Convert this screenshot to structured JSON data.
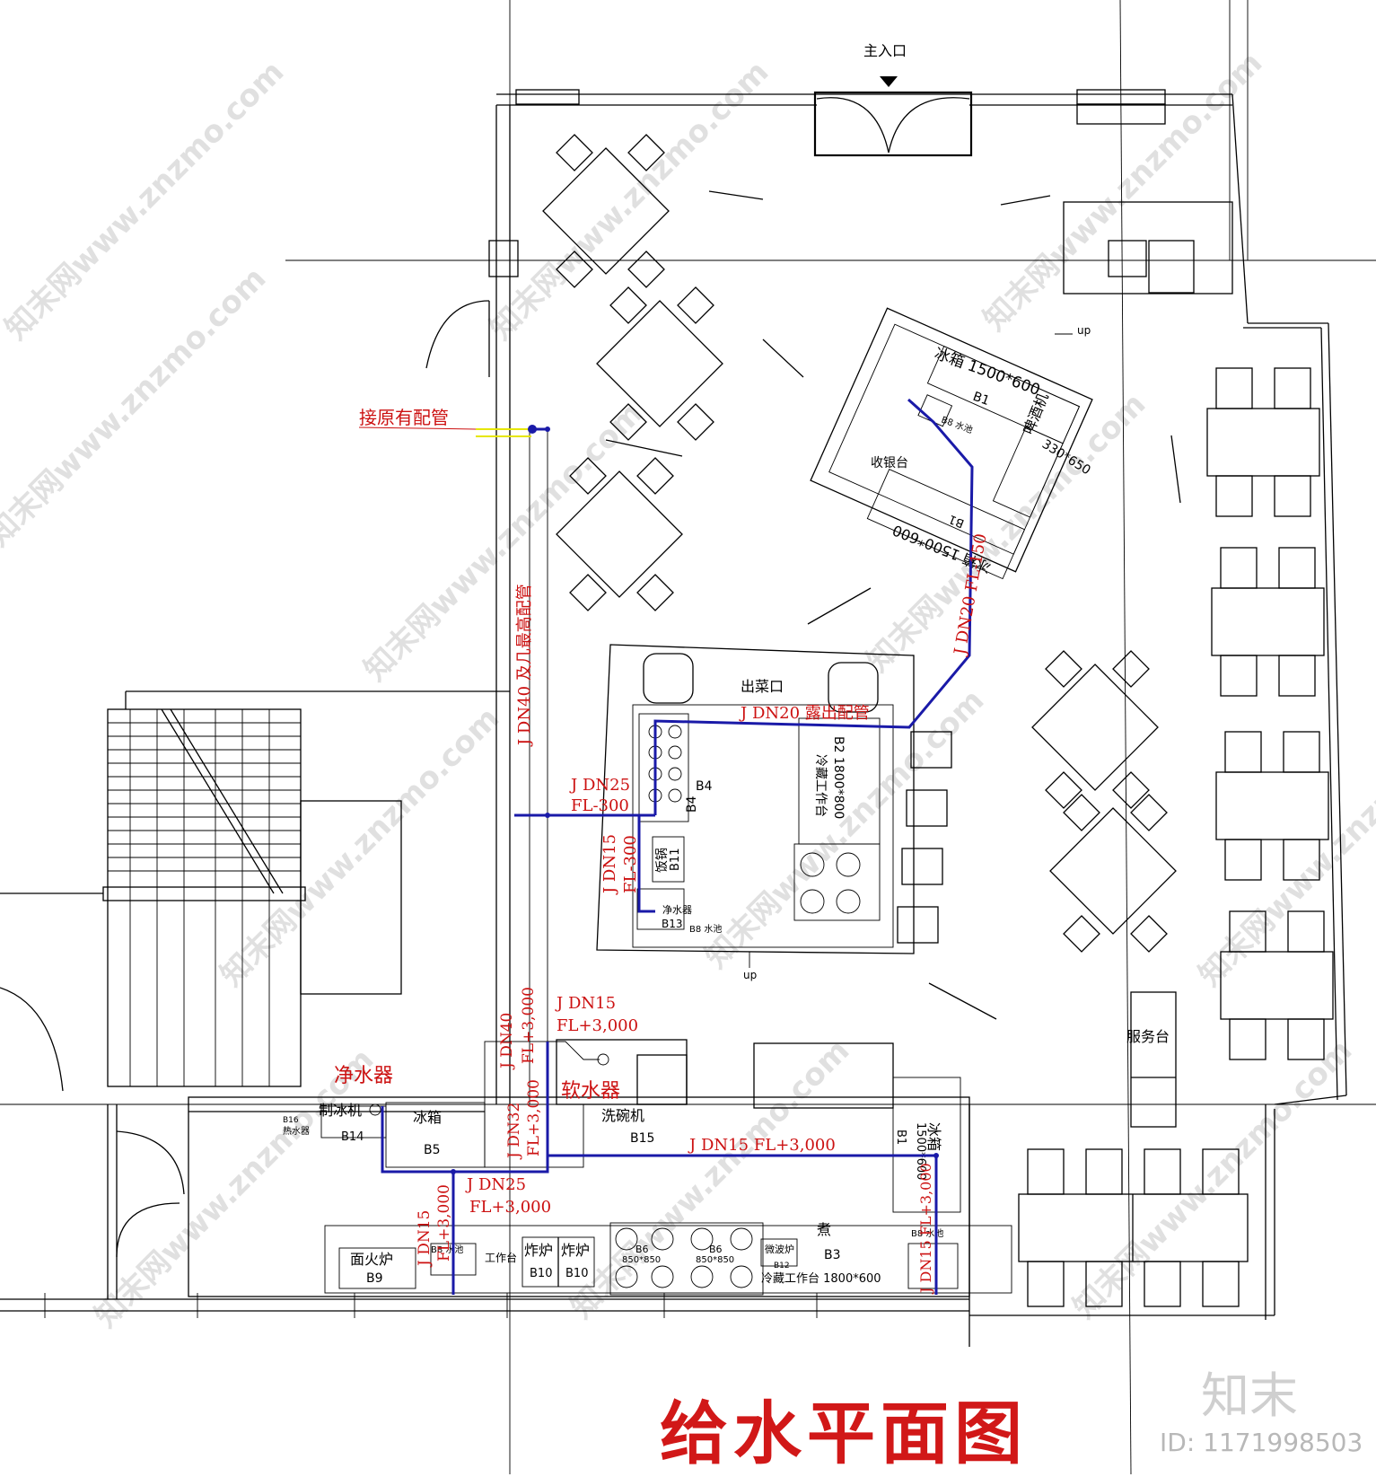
{
  "title": "给水平面图",
  "entrance": "主入口",
  "labels": {
    "connect_existing": "接原有配管",
    "water_purifier_red": "净水器",
    "softener_red": "软水器",
    "serving_window": "出菜口",
    "service_counter": "服务台",
    "cashier": "收银台",
    "up": "up",
    "fridge_b1_top": "冰箱 1500*600",
    "b1": "B1",
    "beer_machine": "啤酒机",
    "beer_size": "330*650",
    "fridge_b1_bottom": "冰箱 1500*600",
    "b1_rot": "B1",
    "b8_sink": "B8 水池",
    "b2": "B2 1800*800",
    "cold_bench": "冷藏工作台",
    "b4": "B4",
    "rice_cooker": "饭锅",
    "b11": "B11",
    "purifier": "净水器",
    "b13": "B13",
    "ice_machine": "制冰机",
    "b14": "B14",
    "b16": "B16",
    "water_heater": "热水器",
    "fridge_b5": "冰箱",
    "b5": "B5",
    "dishwasher": "洗碗机",
    "b15": "B15",
    "fridge_right": "冰箱",
    "fridge_right_size": "1500*600",
    "noodle_stove": "面火炉",
    "b9": "B9",
    "b8_small": "B8 水池",
    "work_table": "工作台",
    "fryer": "炸炉",
    "b10": "B10",
    "b6": "B6",
    "b6_size": "850*850",
    "boil": "煮",
    "microwave": "微波炉",
    "b12": "B12",
    "b3": "B3",
    "cold_bench_b3": "冷藏工作台  1800*600",
    "b8_right": "B8 水池"
  },
  "pipe_labels": {
    "dn40_main": "J DN40 及几最高配管",
    "dn20_exposed": "J DN20 露出配管",
    "dn20_fl": "J DN20 FL-150",
    "dn25_a": "J DN25",
    "dn25_a_fl": "FL-300",
    "dn15_a": "J DN15",
    "dn15_a_fl": "FL-300",
    "dn15_b": "J DN15",
    "dn15_b_fl": "FL+3,000",
    "dn40_b": "J DN40",
    "dn40_b_fl": "FL+3,000",
    "dn32": "J DN32",
    "dn32_fl": "FL+3,000",
    "dn25_b": "J DN25",
    "dn25_b_fl": "FL+3,000",
    "dn15_c": "J DN15 FL+3,000",
    "dn15_d": "J DN15",
    "dn15_d_fl": "FL+3,000",
    "dn15_e": "J DN15 FL+3,000"
  },
  "watermark": "知末网www.znzmo.com",
  "logo": "知末",
  "id_text": "ID: 1171998503",
  "colors": {
    "pipe": "#1a1aa8",
    "annotation": "#cc1111",
    "lines": "#000000"
  }
}
